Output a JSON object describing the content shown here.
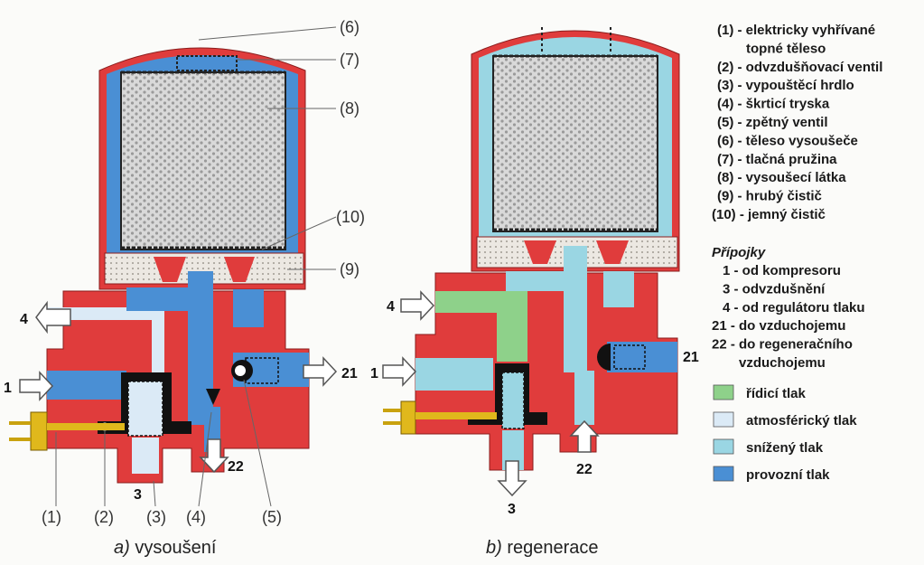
{
  "colors": {
    "housing": "#e03c3c",
    "ridici_tlak": "#8ed18a",
    "atmosfericky_tlak": "#dbeaf6",
    "snizeny_tlak": "#9ad6e3",
    "provozni_tlak": "#4a8fd4",
    "desiccant": "#dcdcdc",
    "filter": "#e6e2dc",
    "black_parts": "#111111",
    "connector": "#e0b81c"
  },
  "diagram_a": {
    "callouts": [
      "(1)",
      "(2)",
      "(3)",
      "(4)",
      "(5)",
      "(6)",
      "(7)",
      "(8)",
      "(9)",
      "(10)"
    ],
    "ports": {
      "p1": "1",
      "p4": "4",
      "p21": "21",
      "p22": "22",
      "p3": "3"
    },
    "caption_letter": "a)",
    "caption_text": " vysoušení"
  },
  "diagram_b": {
    "ports": {
      "p1": "1",
      "p4": "4",
      "p21": "21",
      "p22": "22",
      "p3": "3"
    },
    "caption_letter": "b)",
    "caption_text": " regenerace"
  },
  "legend": {
    "parts": [
      "(1) - elektricky vyhřívané",
      "topné těleso",
      "(2) - odvzdušňovací ventil",
      "(3) - vypouštěcí hrdlo",
      "(4) - škrticí tryska",
      "(5) - zpětný ventil",
      "(6) - těleso vysoušeče",
      "(7) - tlačná pružina",
      "(8) - vysoušecí látka",
      "(9) - hrubý čistič",
      "(10) - jemný čistič"
    ],
    "connections_title": "Přípojky",
    "connections": [
      "1 - od kompresoru",
      "3 - odvzdušnění",
      "4 - od regulátoru tlaku",
      "21 - do vzduchojemu",
      "22 - do regeneračního",
      "vzduchojemu"
    ],
    "colors": [
      {
        "label": "řídicí tlak",
        "color": "#8ed18a"
      },
      {
        "label": "atmosférický tlak",
        "color": "#dbeaf6"
      },
      {
        "label": "snížený tlak",
        "color": "#9ad6e3"
      },
      {
        "label": "provozní tlak",
        "color": "#4a8fd4"
      }
    ]
  }
}
